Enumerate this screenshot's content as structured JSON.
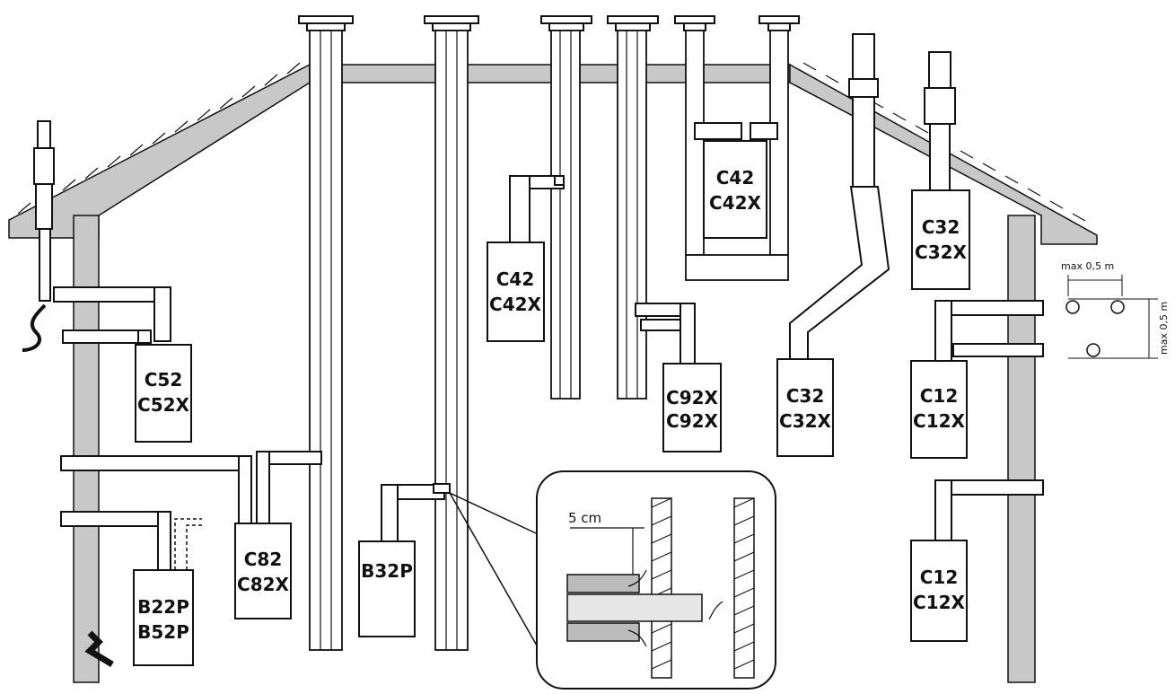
{
  "labels": {
    "c52": [
      "C52",
      "C52X"
    ],
    "b22": [
      "B22P",
      "B52P"
    ],
    "c82": [
      "C82",
      "C82X"
    ],
    "b32": [
      "B32P"
    ],
    "c42_left": [
      "C42",
      "C42X"
    ],
    "c42_top": [
      "C42",
      "C42X"
    ],
    "c92": [
      "C92X",
      "C92X"
    ],
    "c32_mid": [
      "C32",
      "C32X"
    ],
    "c32_right": [
      "C32",
      "C32X"
    ],
    "c12_upper": [
      "C12",
      "C12X"
    ],
    "c12_lower": [
      "C12",
      "C12X"
    ]
  },
  "detail": {
    "distance": "5 cm"
  },
  "spacing": {
    "horizontal": "max 0,5 m",
    "vertical": "max 0,5 m"
  }
}
